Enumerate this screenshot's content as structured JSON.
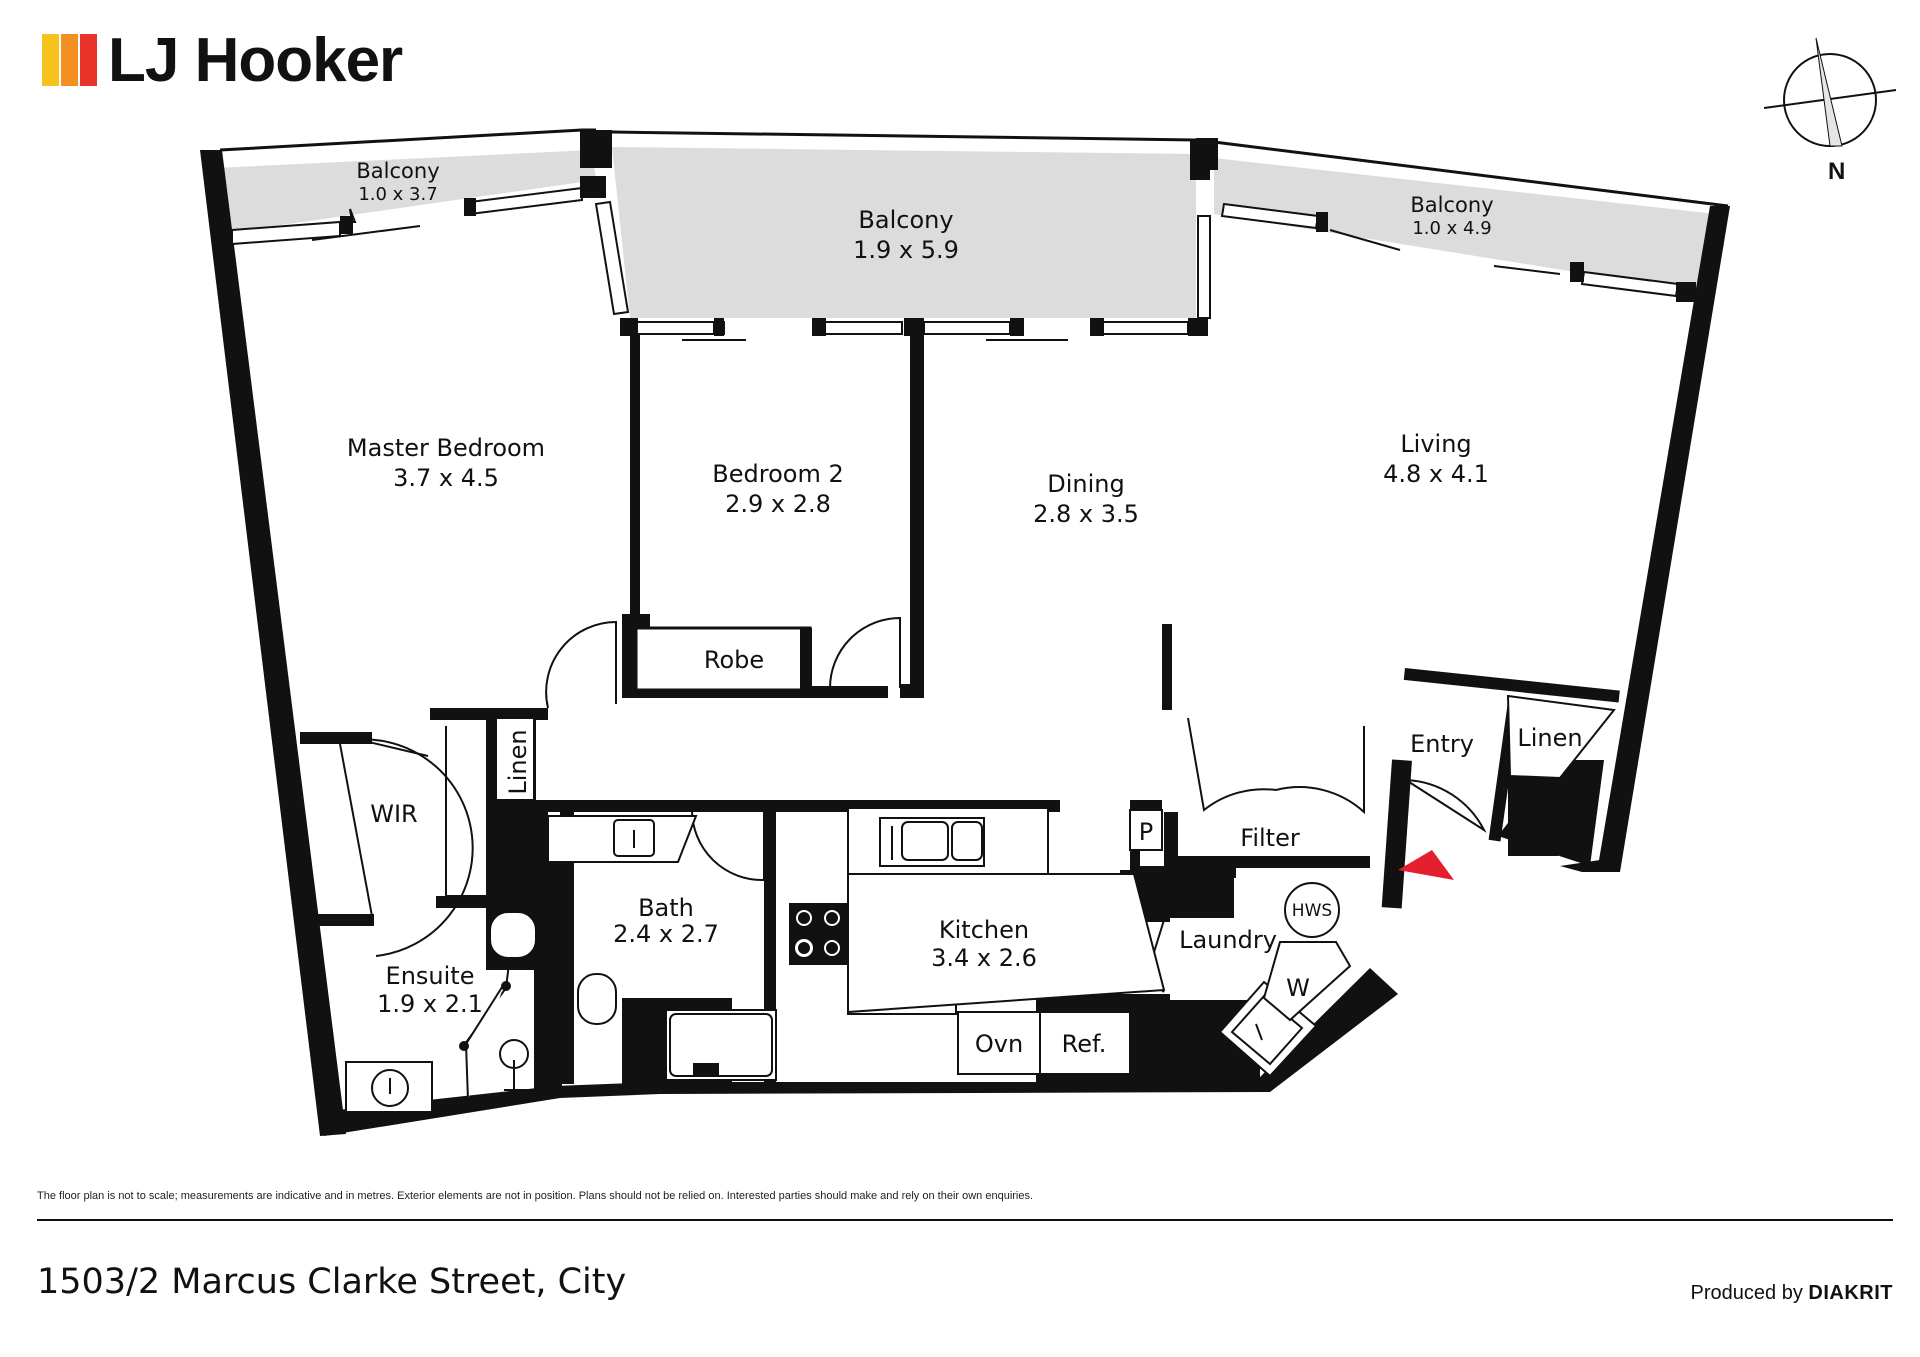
{
  "brand": {
    "name": "LJ Hooker",
    "colors": [
      "#f7c21b",
      "#f39021",
      "#e9332a"
    ]
  },
  "compass": {
    "label": "N"
  },
  "rooms": {
    "balcony_master": {
      "name": "Balcony",
      "dims": "1.0 x 3.7"
    },
    "balcony_centre": {
      "name": "Balcony",
      "dims": "1.9 x 5.9"
    },
    "balcony_living": {
      "name": "Balcony",
      "dims": "1.0 x 4.9"
    },
    "master_bedroom": {
      "name": "Master Bedroom",
      "dims": "3.7 x 4.5"
    },
    "bedroom_2": {
      "name": "Bedroom 2",
      "dims": "2.9 x 2.8"
    },
    "dining": {
      "name": "Dining",
      "dims": "2.8 x 3.5"
    },
    "living": {
      "name": "Living",
      "dims": "4.8 x 4.1"
    },
    "bath": {
      "name": "Bath",
      "dims": "2.4 x 2.7"
    },
    "kitchen": {
      "name": "Kitchen",
      "dims": "3.4 x 2.6"
    },
    "ensuite": {
      "name": "Ensuite",
      "dims": "1.9 x 2.1"
    }
  },
  "fixtures": {
    "robe": "Robe",
    "wir": "WIR",
    "linen_hall": "Linen",
    "linen_entry": "Linen",
    "entry": "Entry",
    "filter": "Filter",
    "laundry": "Laundry",
    "pantry": "P",
    "oven": "Ovn",
    "fridge": "Ref.",
    "hws": "HWS",
    "washer": "W"
  },
  "colors": {
    "wall": "#111111",
    "balcony_fill": "#dcdcdc",
    "entry_marker": "#e3202e"
  },
  "disclaimer": "The floor plan is not to scale; measurements are indicative and in metres. Exterior elements are not in position. Plans should not be relied on. Interested parties should make and rely on their own enquiries.",
  "address": "1503/2 Marcus Clarke Street, City",
  "credit": {
    "prefix": "Produced by",
    "company": "DIAKRIT"
  }
}
